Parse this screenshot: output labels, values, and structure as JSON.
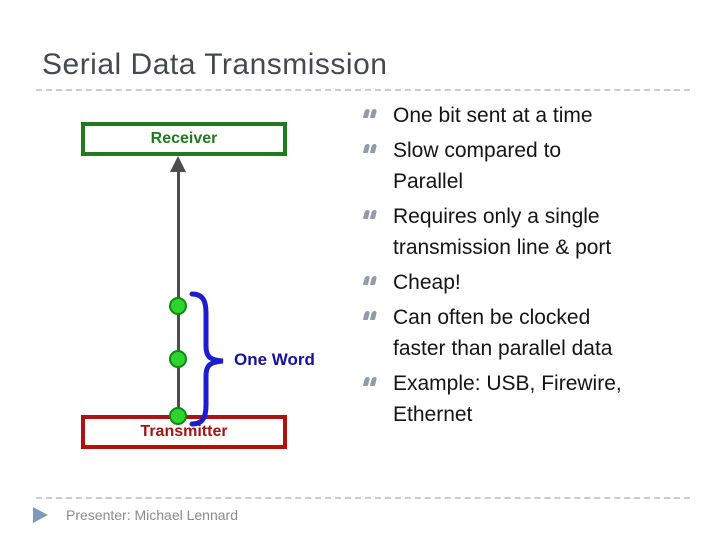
{
  "slide": {
    "title": "Serial Data Transmission",
    "footer_text": "Presenter: Michael Lennard"
  },
  "diagram": {
    "receiver_label": "Receiver",
    "transmitter_label": "Transmitter",
    "brace_label": "One Word",
    "colors": {
      "receiver_green": "#1E7B1E",
      "transmitter_red": "#B01010",
      "bit_dot_green": "#2FD32F",
      "line_gray": "#4D4D4D",
      "brace_blue": "#1D1DCD",
      "label_navy": "#12129E",
      "bullet_glyph_gray": "#909CAB",
      "footer_triangle_blue": "#7E99B8"
    }
  },
  "bullets": {
    "items": [
      {
        "text": "One bit sent at a time"
      },
      {
        "text": "Slow compared to\nParallel"
      },
      {
        "text": "Requires only a single\ntransmission line & port"
      },
      {
        "text": "Cheap!"
      },
      {
        "text": "Can often be clocked\nfaster than parallel data"
      },
      {
        "text": "Example: USB, Firewire,\nEthernet"
      }
    ]
  }
}
